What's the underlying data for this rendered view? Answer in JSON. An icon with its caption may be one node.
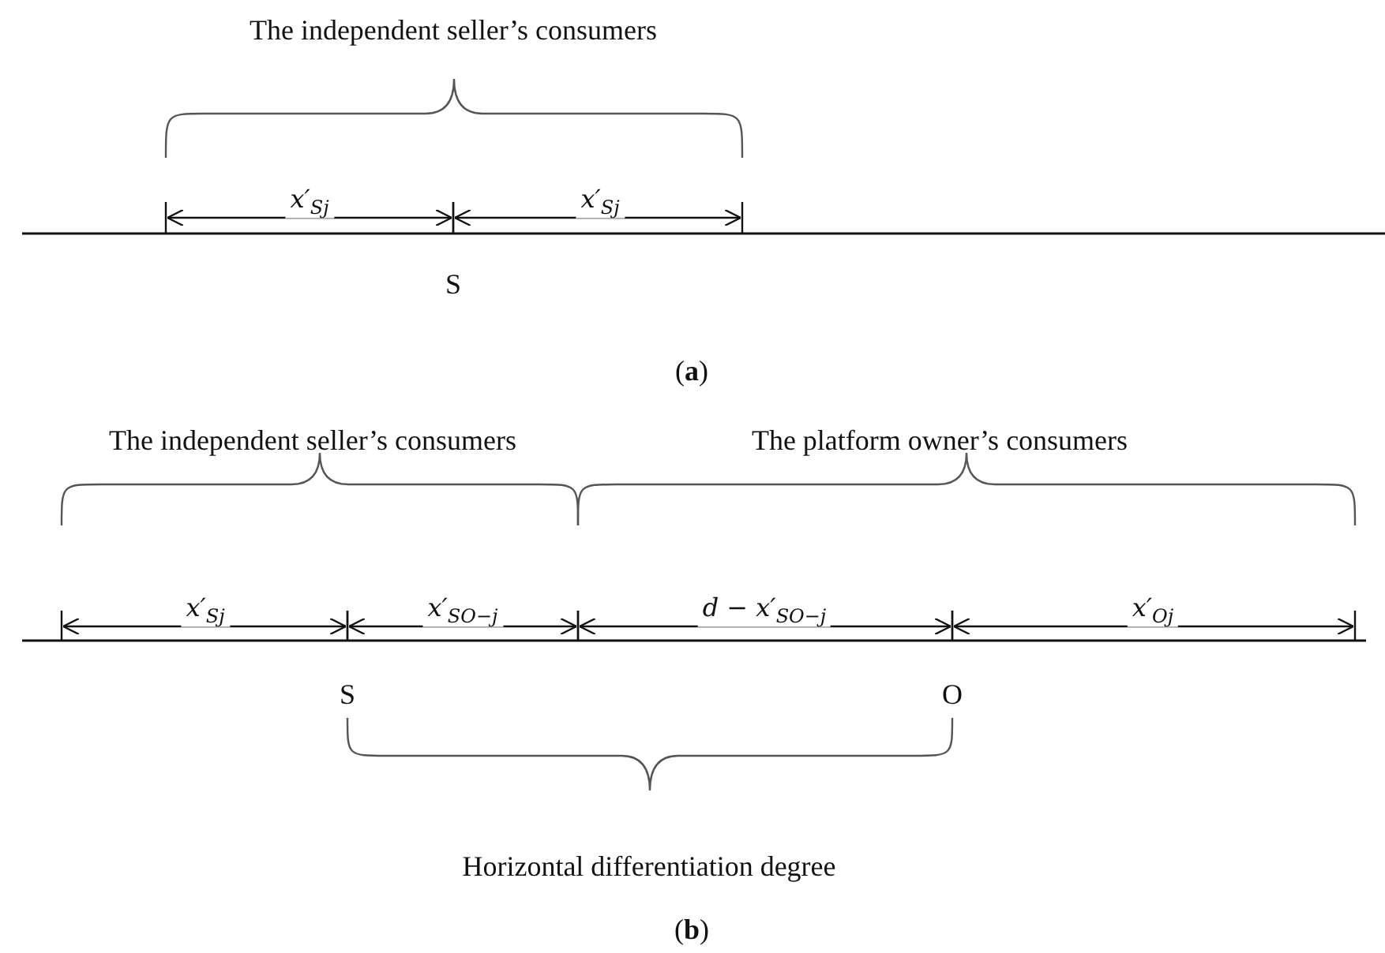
{
  "diagram": {
    "labels": [
      "The independent seller’s consumers",
      "x′$_{Sj}$",
      "x′$_{Sj}$",
      "S",
      "(**a**)",
      "The independent seller’s consumers",
      "The platform owner’s consumers",
      "x′$_{Sj}$",
      "x′$_{SO−j}$",
      "d − x′$_{SO−j}$",
      "x′$_{Oj}$",
      "S",
      "O",
      "Horizontal differentiation degree",
      "(**b**)"
    ]
  }
}
